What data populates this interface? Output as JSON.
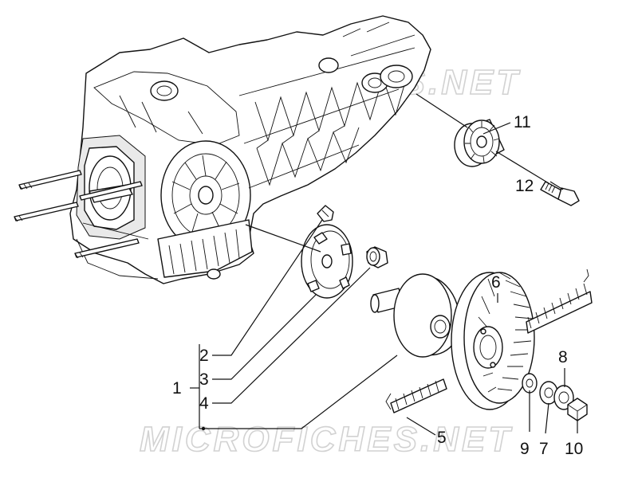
{
  "watermark": {
    "top": "MICROFICHES.NET",
    "bottom": "MICROFICHES.NET"
  },
  "callouts": {
    "p1": "1",
    "p2": "2",
    "p3": "3",
    "p4": "4",
    "p5": "5",
    "p6": "6",
    "p7": "7",
    "p8": "8",
    "p9": "9",
    "p10": "10",
    "p11": "11",
    "p12": "12"
  },
  "parts": [
    "crankcase",
    "stud-bolts",
    "idler-roller",
    "idler-bolt",
    "variator-clip",
    "ramp-plate",
    "bushing",
    "drive-half-pulley",
    "fan-half-pulley",
    "washer",
    "spring-washer",
    "nut",
    "drive-belt"
  ]
}
